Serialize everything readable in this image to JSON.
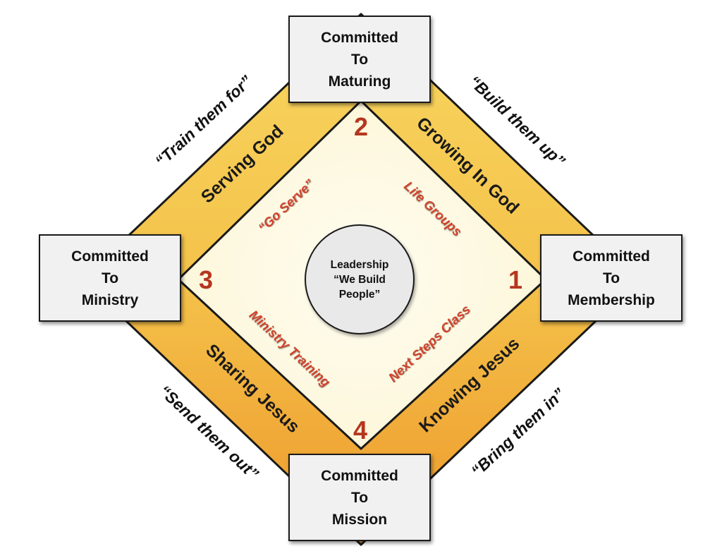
{
  "boxes": {
    "top": [
      "Committed",
      "To",
      "Maturing"
    ],
    "right": [
      "Committed",
      "To",
      "Membership"
    ],
    "bottom": [
      "Committed",
      "To",
      "Mission"
    ],
    "left": [
      "Committed",
      "To",
      "Ministry"
    ]
  },
  "center": [
    "Leadership",
    "“We Build",
    "People”"
  ],
  "bands": {
    "top_left": "Serving God",
    "top_right": "Growing In God",
    "bottom_right": "Knowing Jesus",
    "bottom_left": "Sharing Jesus"
  },
  "quotes": {
    "top_left": "“Train them for”",
    "top_right": "“Build them up”",
    "bottom_right": "“Bring them in”",
    "bottom_left": "“Send them out”"
  },
  "inner": {
    "top_left": "“Go Serve”",
    "top_right": "Life Groups",
    "bottom_right": "Next Steps Class",
    "bottom_left": "Ministry Training"
  },
  "numbers": {
    "right": "1",
    "top": "2",
    "left": "3",
    "bottom": "4"
  },
  "colors": {
    "band_top": "#f6cd55",
    "band_bottom": "#ef9d2f",
    "inner_fill": "#fdf8de",
    "inner_label": "#d0432b",
    "number": "#b5361f"
  }
}
